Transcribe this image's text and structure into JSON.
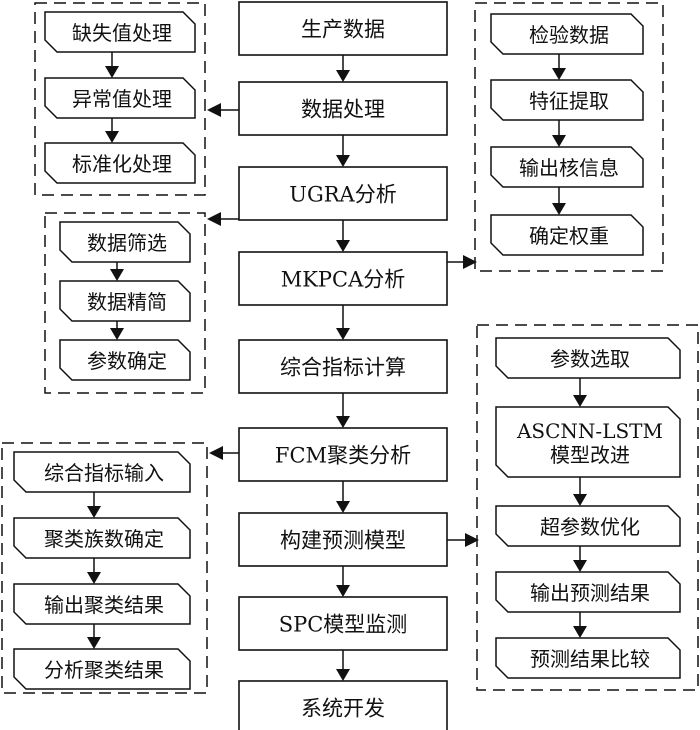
{
  "main_flow": [
    {
      "id": "m1",
      "label": "生产数据"
    },
    {
      "id": "m2",
      "label": "数据处理"
    },
    {
      "id": "m3",
      "label": "UGRA分析"
    },
    {
      "id": "m4",
      "label": "MKPCA分析"
    },
    {
      "id": "m5",
      "label": "综合指标计算"
    },
    {
      "id": "m6",
      "label": "FCM聚类分析"
    },
    {
      "id": "m7",
      "label": "构建预测模型"
    },
    {
      "id": "m8",
      "label": "SPC模型监测"
    },
    {
      "id": "m9",
      "label": "系统开发"
    }
  ],
  "groups": [
    {
      "id": "g1",
      "name": "data-processing-group",
      "attached_to": "m2",
      "side": "left",
      "steps": [
        "缺失值处理",
        "异常值处理",
        "标准化处理"
      ]
    },
    {
      "id": "g2",
      "name": "ugra-analysis-group",
      "attached_to": "m3",
      "side": "left",
      "steps": [
        "数据筛选",
        "数据精简",
        "参数确定"
      ]
    },
    {
      "id": "g3",
      "name": "mkpca-analysis-group",
      "attached_to": "m4",
      "side": "right",
      "steps": [
        "检验数据",
        "特征提取",
        "输出核信息",
        "确定权重"
      ]
    },
    {
      "id": "g4",
      "name": "fcm-clustering-group",
      "attached_to": "m6",
      "side": "left",
      "steps": [
        "综合指标输入",
        "聚类族数确定",
        "输出聚类结果",
        "分析聚类结果"
      ]
    },
    {
      "id": "g5",
      "name": "prediction-model-group",
      "attached_to": "m7",
      "side": "right",
      "steps": [
        "参数选取",
        "ASCNN-LSTM\n模型改进",
        "超参数优化",
        "输出预测结果",
        "预测结果比较"
      ]
    }
  ]
}
